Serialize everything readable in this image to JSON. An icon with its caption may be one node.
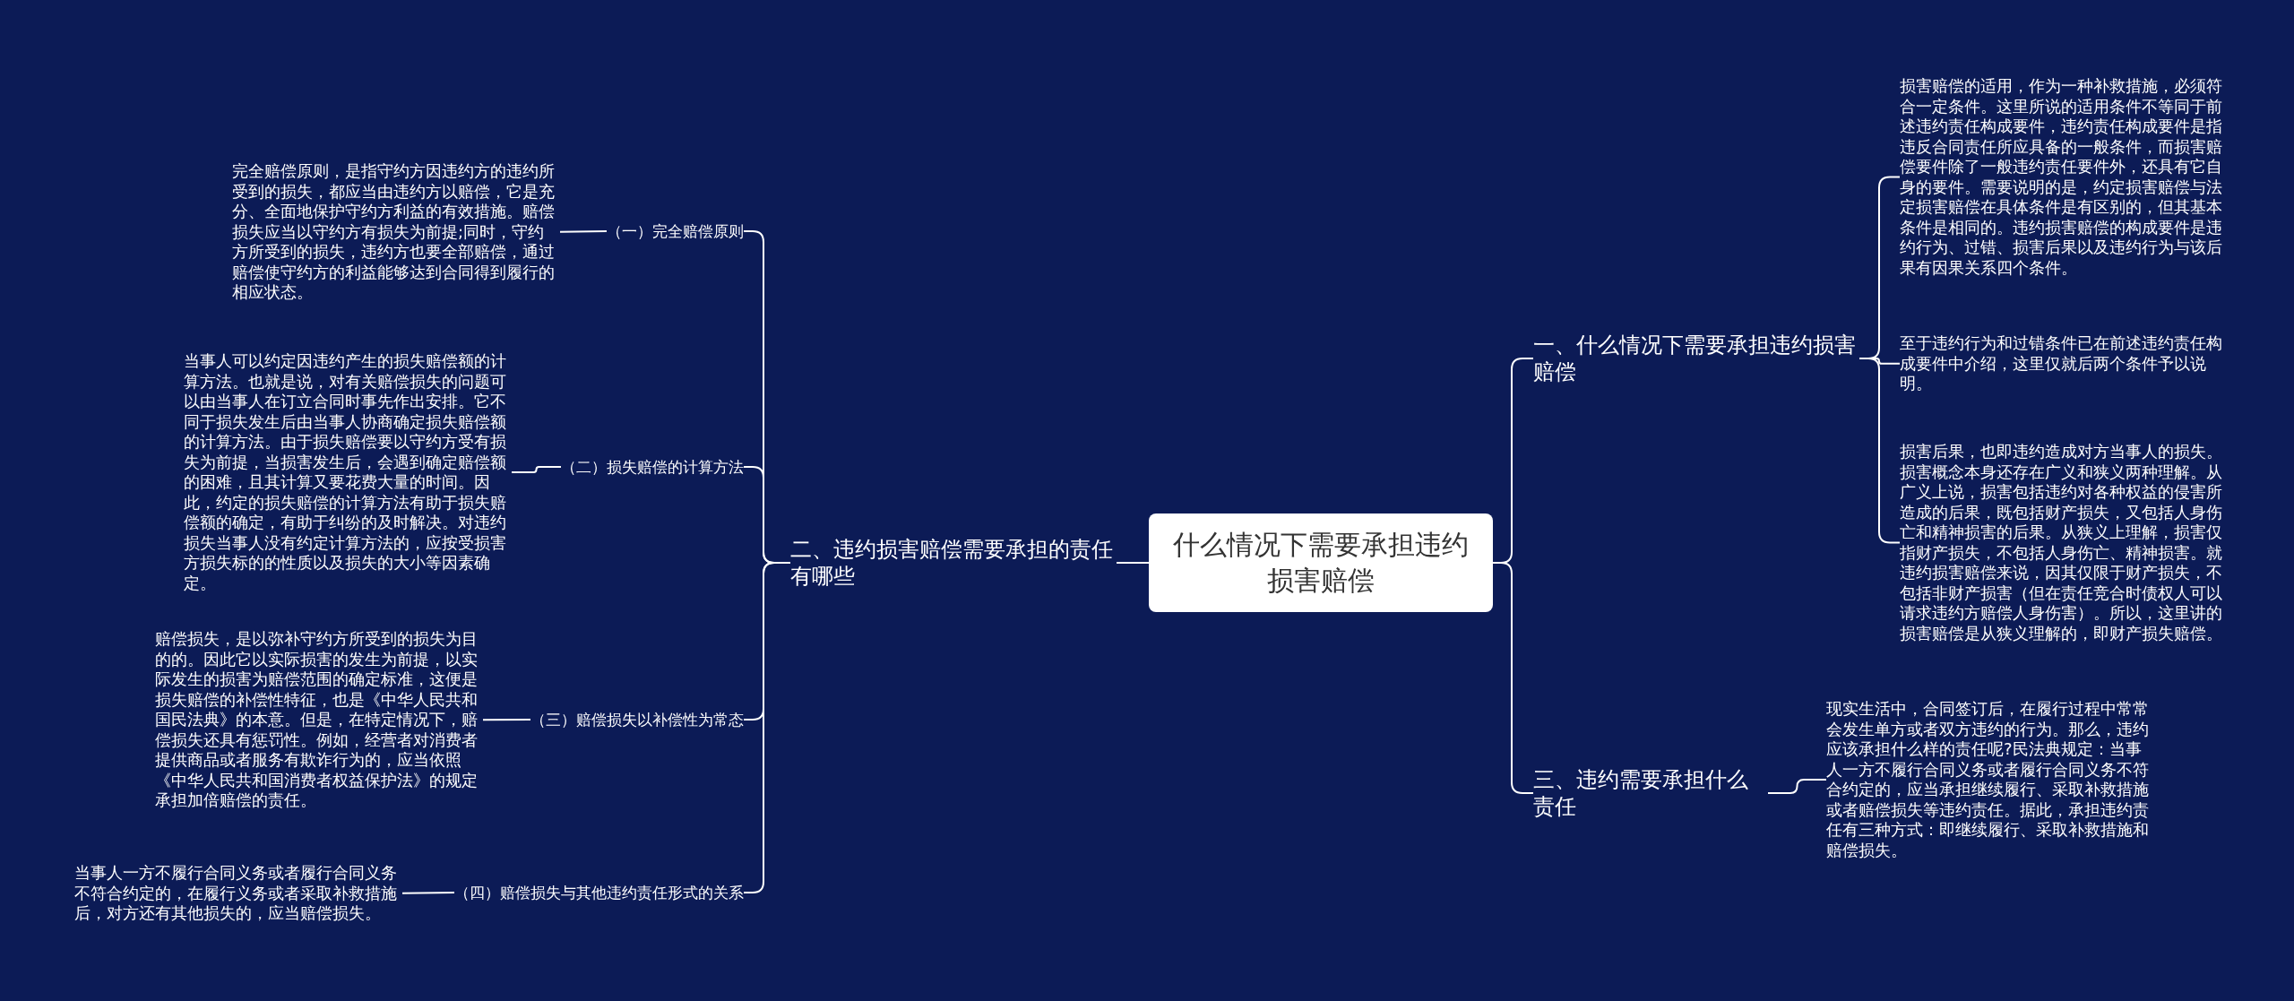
{
  "diagram": {
    "nodes": [
      {
        "text": [
          "什么情况下需要承担违约损害赔偿"
        ]
      },
      {
        "text": [
          "一、什么情况下需要承担违约损害赔偿"
        ]
      },
      {
        "text": [
          "损害赔偿的适用，作为一种补救措施，必须符合一定条件。这里所说的适用条件不等同于前述违约责任构成要件，违约责任构成要件是指违反合同责任所应具备的一般条件，而损害赔偿要件除了一般违约责任要件外，还具有它自身的要件。需要说明的是，约定损害赔偿与法定损害赔偿在具体条件是有区别的，但其基本条件是相同的。违约损害赔偿的构成要件是违约行为、过错、损害后果以及违约行为与该后果有因果关系四个条件。"
        ]
      },
      {
        "text": [
          "至于违约行为和过错条件已在前述违约责任构成要件中介绍，这里仅就后两个条件予以说明。"
        ]
      },
      {
        "text": [
          "损害后果，也即违约造成对方当事人的损失。损害概念本身还存在广义和狭义两种理解。从广义上说，损害包括违约对各种权益的侵害所造成的后果，既包括财产损失，又包括人身伤亡和精神损害的后果。从狭义上理解，损害仅指财产损失，不包括人身伤亡、精神损害。就违约损害赔偿来说，因其仅限于财产损失，不包括非财产损害（但在责任竞合时债权人可以请求违约方赔偿人身伤害）。所以，这里讲的损害赔偿是从狭义理解的，即财产损失赔偿。"
        ]
      },
      {
        "text": [
          "三、违约需要承担什么责任"
        ]
      },
      {
        "text": [
          "现实生活中，合同签订后，在履行过程中常常会发生单方或者双方违约的行为。那么，违约应该承担什么样的责任呢?民法典规定：当事人一方不履行合同义务或者履行合同义务不符合约定的，应当承担继续履行、采取补救措施或者赔偿损失等违约责任。据此，承担违约责任有三种方式：即继续履行、采取补救措施和赔偿损失。"
        ]
      },
      {
        "text": [
          "二、违约损害赔偿需要承担的责任有哪些"
        ]
      },
      {
        "text": [
          "（一）完全赔偿原则"
        ]
      },
      {
        "text": [
          "完全赔偿原则，是指守约方因违约方的违约所受到的损失，都应当由违约方以赔偿，它是充分、全面地保护守约方利益的有效措施。赔偿损失应当以守约方有损失为前提;同时，守约方所受到的损失，违约方也要全部赔偿，通过赔偿使守约方的利益能够达到合同得到履行的相应状态。"
        ]
      },
      {
        "text": [
          "（二）损失赔偿的计算方法"
        ]
      },
      {
        "text": [
          "当事人可以约定因违约产生的损失赔偿额的计算方法。也就是说，对有关赔偿损失的问题可以由当事人在订立合同时事先作出安排。它不同于损失发生后由当事人协商确定损失赔偿额的计算方法。由于损失赔偿要以守约方受有损失为前提，当损害发生后，会遇到确定赔偿额的困难，且其计算又要花费大量的时间。因此，约定的损失赔偿的计算方法有助于损失赔偿额的确定，有助于纠纷的及时解决。对违约损失当事人没有约定计算方法的，应按受损害方损失标的的性质以及损失的大小等因素确定。"
        ]
      },
      {
        "text": [
          "（三）赔偿损失以补偿性为常态"
        ]
      },
      {
        "text": [
          "赔偿损失，是以弥补守约方所受到的损失为目的的。因此它以实际损害的发生为前提，以实际发生的损害为赔偿范围的确定标准，这便是损失赔偿的补偿性特征，也是《中华人民共和国民法典》的本意。但是，在特定情况下，赔偿损失还具有惩罚性。例如，经营者对消费者提供商品或者服务有欺诈行为的，应当依照《中华人民共和国消费者权益保护法》的规定承担加倍赔偿的责任。"
        ]
      },
      {
        "text": [
          "（四）赔偿损失与其他违约责任形式的关系"
        ]
      },
      {
        "text": [
          "当事人一方不履行合同义务或者履行合同义务不符合约定的，在履行义务或者采取补救措施后，对方还有其他损失的，应当赔偿损失。"
        ]
      }
    ],
    "edges": [
      {
        "from": 0,
        "to": 1,
        "arrow": "none"
      },
      {
        "from": 1,
        "to": 2,
        "arrow": "none"
      },
      {
        "from": 1,
        "to": 3,
        "arrow": "none"
      },
      {
        "from": 1,
        "to": 4,
        "arrow": "none"
      },
      {
        "from": 0,
        "to": 5,
        "arrow": "none"
      },
      {
        "from": 5,
        "to": 6,
        "arrow": "none"
      },
      {
        "from": 0,
        "to": 7,
        "arrow": "none"
      },
      {
        "from": 7,
        "to": 8,
        "arrow": "none"
      },
      {
        "from": 7,
        "to": 10,
        "arrow": "none"
      },
      {
        "from": 7,
        "to": 12,
        "arrow": "none"
      },
      {
        "from": 7,
        "to": 14,
        "arrow": "none"
      },
      {
        "from": 8,
        "to": 9,
        "arrow": "none"
      },
      {
        "from": 10,
        "to": 11,
        "arrow": "none"
      },
      {
        "from": 12,
        "to": 13,
        "arrow": "none"
      },
      {
        "from": 14,
        "to": 15,
        "arrow": "none"
      }
    ]
  }
}
